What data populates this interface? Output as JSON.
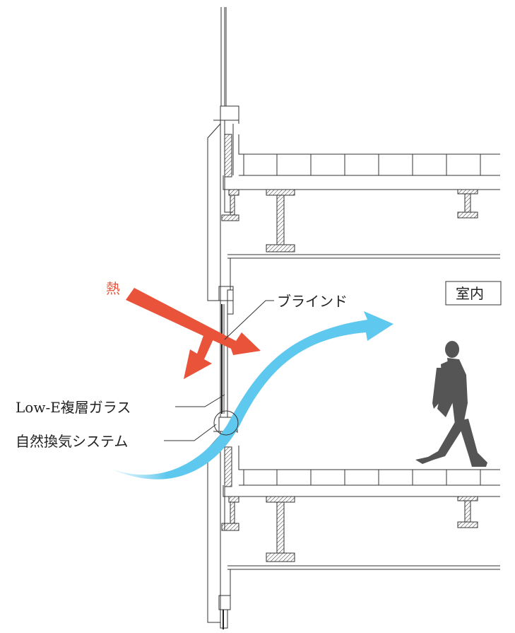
{
  "labels": {
    "heat": "熱",
    "blind": "ブラインド",
    "room": "室内",
    "glass": "Low-E複層ガラス",
    "ventilation": "自然換気システム"
  },
  "colors": {
    "heat_arrow": "#e8533a",
    "airflow": "#5ec8ee",
    "person": "#555555",
    "line": "#333333"
  },
  "icons": {
    "person": "walking-person-icon"
  }
}
